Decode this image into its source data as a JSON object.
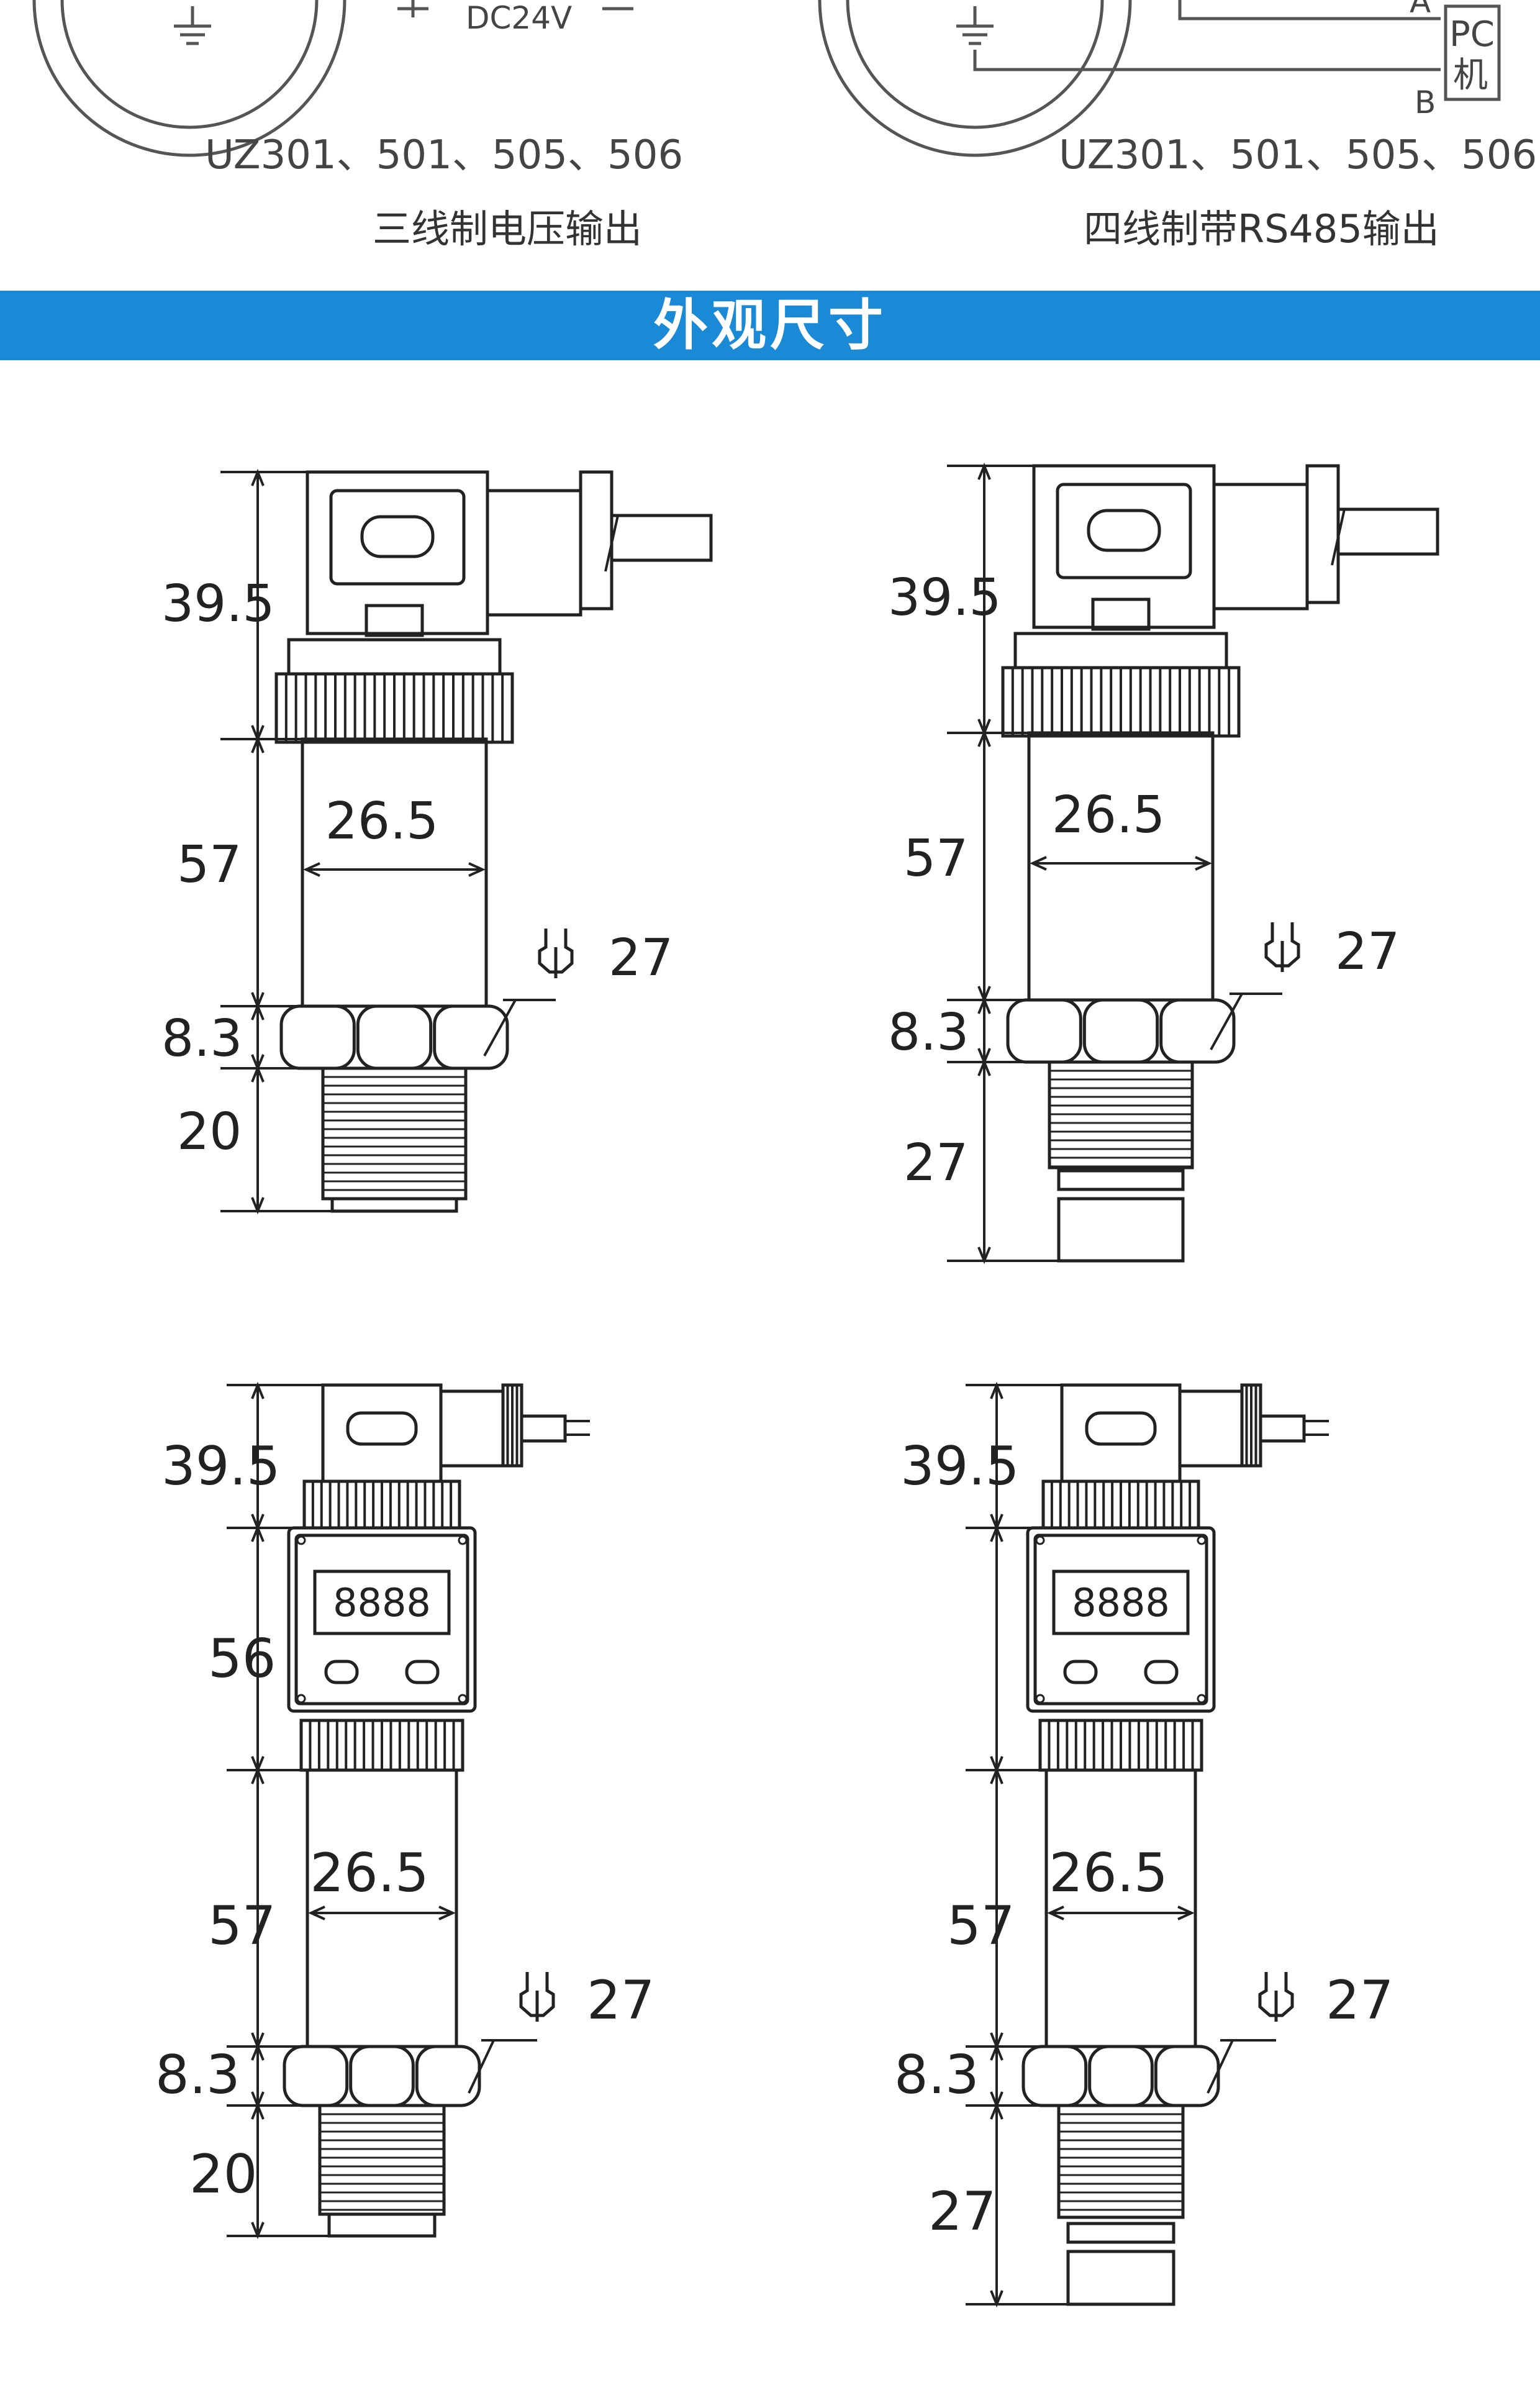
{
  "wiring": {
    "left": {
      "supply_label": "DC24V",
      "models": "UZ301、501、505、506",
      "title": "三线制电压输出"
    },
    "right": {
      "terminal_a": "A",
      "terminal_b": "B",
      "pc_label_line1": "PC",
      "pc_label_line2": "机",
      "models": "UZ301、501、505、506",
      "title": "四线制带RS485输出"
    }
  },
  "section_title": "外观尺寸",
  "drawings": [
    {
      "top_height": "39.5",
      "body_height": "57",
      "diameter": "26.5",
      "wrench": "27",
      "hex_height": "8.3",
      "thread_height": "20"
    },
    {
      "top_height": "39.5",
      "body_height": "57",
      "diameter": "26.5",
      "wrench": "27",
      "hex_height": "8.3",
      "thread_height": "27"
    },
    {
      "top_height": "39.5",
      "display_height": "56",
      "display_text": "8888",
      "body_height": "57",
      "diameter": "26.5",
      "wrench": "27",
      "hex_height": "8.3",
      "thread_height": "20"
    },
    {
      "top_height": "39.5",
      "display_text": "8888",
      "body_height": "57",
      "diameter": "26.5",
      "wrench": "27",
      "hex_height": "8.3",
      "thread_height": "27"
    }
  ]
}
